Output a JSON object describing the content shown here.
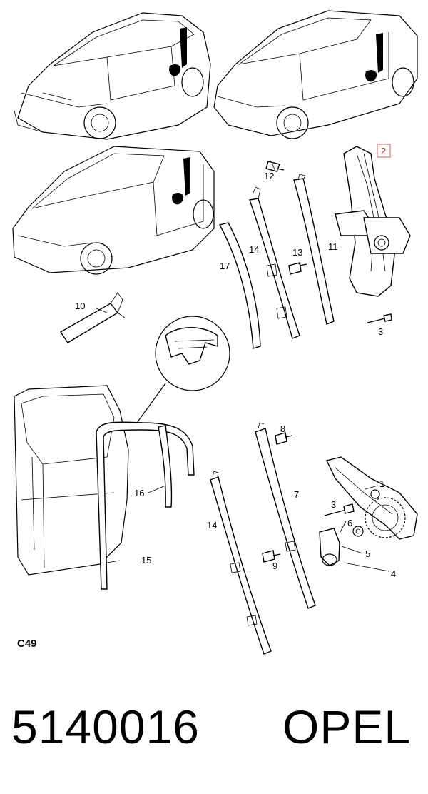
{
  "diagram": {
    "callouts": {
      "c1": "1",
      "c2": "2",
      "c3a": "3",
      "c3b": "3",
      "c4": "4",
      "c5": "5",
      "c6": "6",
      "c7": "7",
      "c8": "8",
      "c9": "9",
      "c10": "10",
      "c11": "11",
      "c12": "12",
      "c13": "13",
      "c14a": "14",
      "c14b": "14",
      "c15": "15",
      "c16": "16",
      "c17": "17"
    },
    "figure_code": "C49",
    "highlighted_callout": "c2",
    "highlight_color": "#e08080"
  },
  "footer": {
    "part_number": "5140016",
    "brand": "OPEL"
  }
}
